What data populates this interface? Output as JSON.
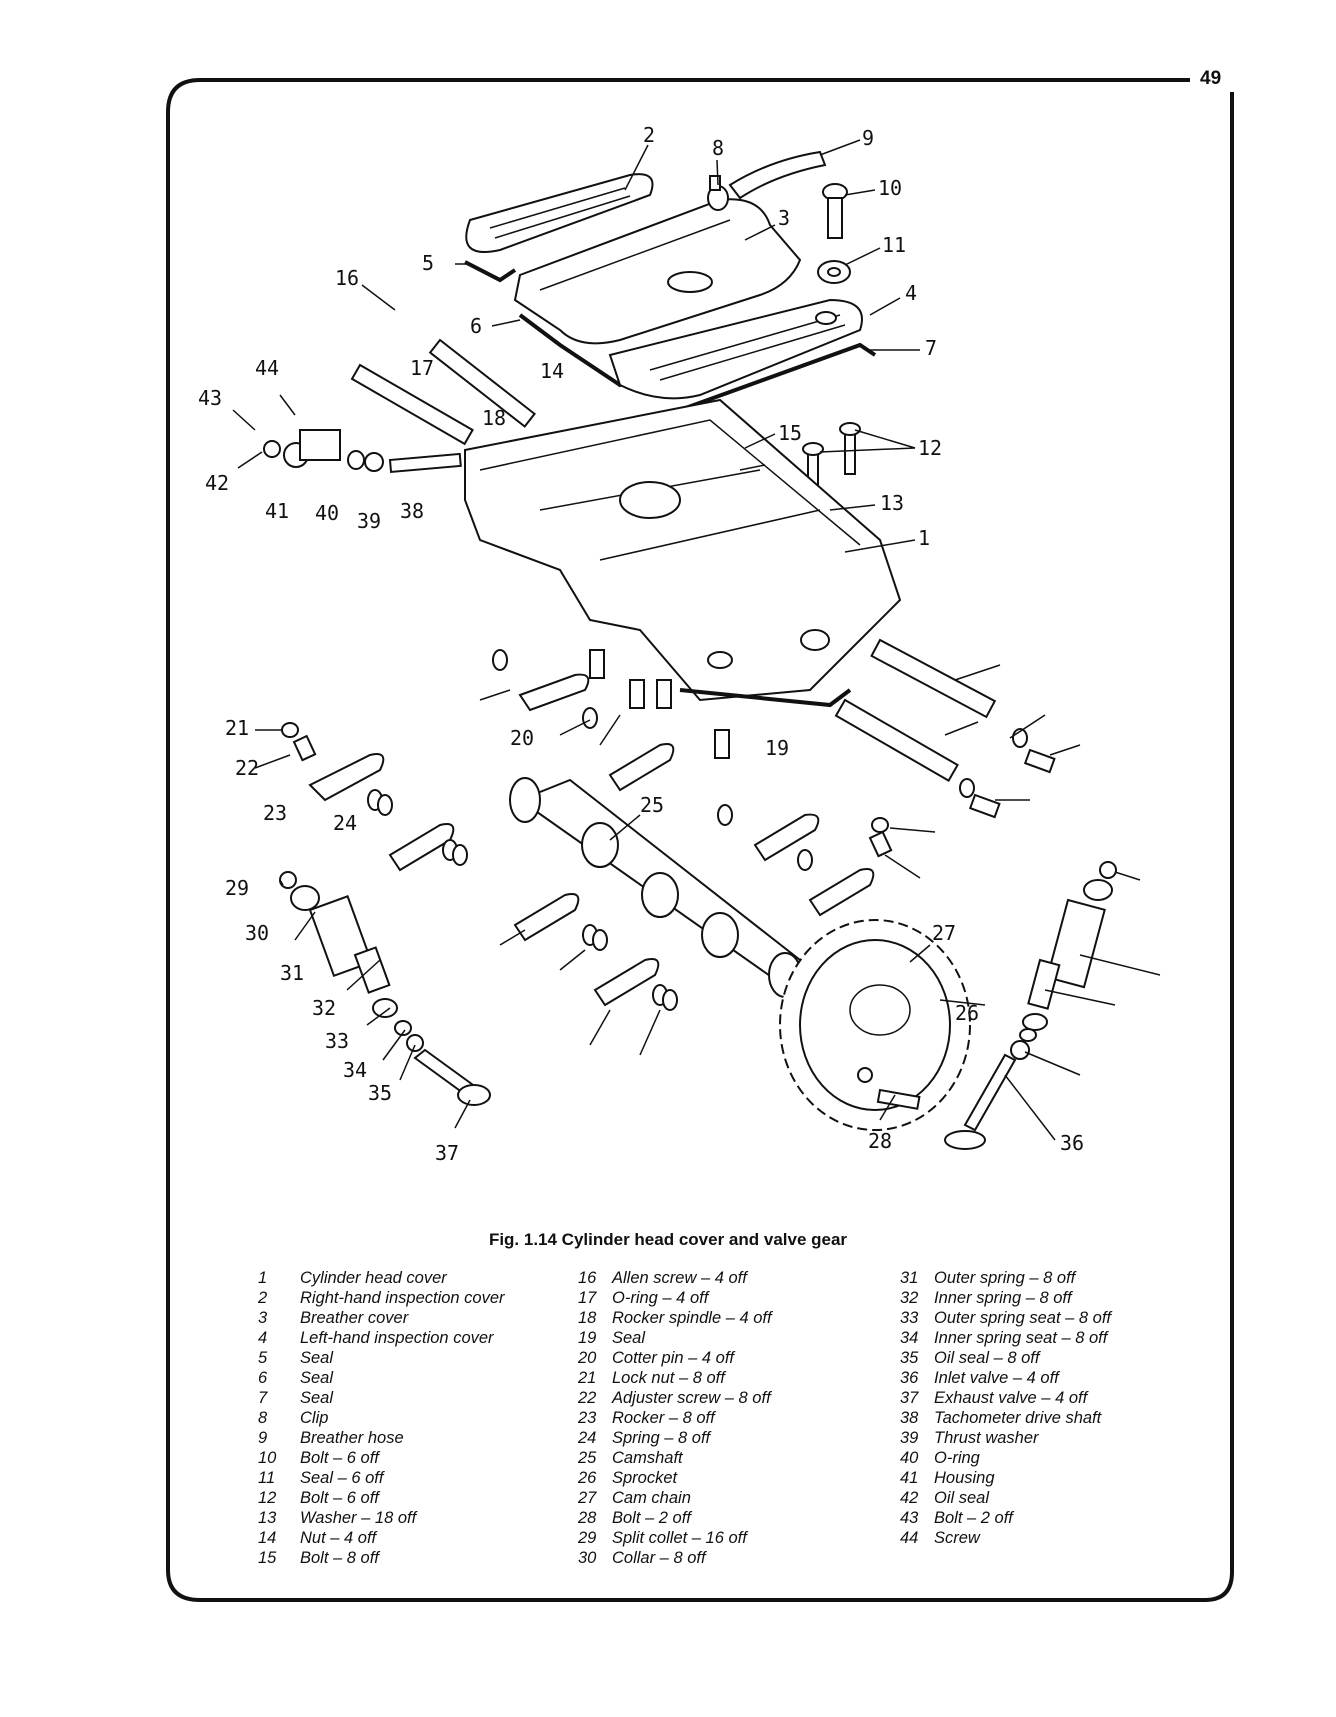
{
  "page_number": "49",
  "figure_caption": "Fig. 1.14 Cylinder head cover and valve gear",
  "callouts": [
    "1",
    "2",
    "3",
    "4",
    "5",
    "6",
    "7",
    "8",
    "9",
    "10",
    "11",
    "12",
    "13",
    "14",
    "15",
    "16",
    "17",
    "18",
    "19",
    "20",
    "21",
    "22",
    "23",
    "24",
    "25",
    "26",
    "27",
    "28",
    "29",
    "30",
    "31",
    "32",
    "33",
    "34",
    "35",
    "36",
    "37",
    "38",
    "39",
    "40",
    "41",
    "42",
    "43",
    "44"
  ],
  "legend": {
    "column1": [
      {
        "num": "1",
        "text": "Cylinder head cover"
      },
      {
        "num": "2",
        "text": "Right-hand inspection cover"
      },
      {
        "num": "3",
        "text": "Breather cover"
      },
      {
        "num": "4",
        "text": "Left-hand inspection cover"
      },
      {
        "num": "5",
        "text": "Seal"
      },
      {
        "num": "6",
        "text": "Seal"
      },
      {
        "num": "7",
        "text": "Seal"
      },
      {
        "num": "8",
        "text": "Clip"
      },
      {
        "num": "9",
        "text": "Breather hose"
      },
      {
        "num": "10",
        "text": "Bolt – 6 off"
      },
      {
        "num": "11",
        "text": "Seal – 6 off"
      },
      {
        "num": "12",
        "text": "Bolt – 6 off"
      },
      {
        "num": "13",
        "text": "Washer – 18 off"
      },
      {
        "num": "14",
        "text": "Nut – 4 off"
      },
      {
        "num": "15",
        "text": "Bolt – 8 off"
      }
    ],
    "column2": [
      {
        "num": "16",
        "text": "Allen screw – 4 off"
      },
      {
        "num": "17",
        "text": "O-ring – 4 off"
      },
      {
        "num": "18",
        "text": "Rocker spindle – 4 off"
      },
      {
        "num": "19",
        "text": "Seal"
      },
      {
        "num": "20",
        "text": "Cotter pin – 4 off"
      },
      {
        "num": "21",
        "text": "Lock nut – 8 off"
      },
      {
        "num": "22",
        "text": "Adjuster screw – 8 off"
      },
      {
        "num": "23",
        "text": "Rocker – 8 off"
      },
      {
        "num": "24",
        "text": "Spring – 8 off"
      },
      {
        "num": "25",
        "text": "Camshaft"
      },
      {
        "num": "26",
        "text": "Sprocket"
      },
      {
        "num": "27",
        "text": "Cam chain"
      },
      {
        "num": "28",
        "text": "Bolt – 2 off"
      },
      {
        "num": "29",
        "text": "Split collet – 16 off"
      },
      {
        "num": "30",
        "text": "Collar – 8 off"
      }
    ],
    "column3": [
      {
        "num": "31",
        "text": "Outer spring – 8 off"
      },
      {
        "num": "32",
        "text": "Inner spring – 8 off"
      },
      {
        "num": "33",
        "text": "Outer spring seat – 8 off"
      },
      {
        "num": "34",
        "text": "Inner spring seat – 8 off"
      },
      {
        "num": "35",
        "text": "Oil seal – 8 off"
      },
      {
        "num": "36",
        "text": "Inlet valve – 4 off"
      },
      {
        "num": "37",
        "text": "Exhaust valve – 4 off"
      },
      {
        "num": "38",
        "text": "Tachometer drive shaft"
      },
      {
        "num": "39",
        "text": "Thrust washer"
      },
      {
        "num": "40",
        "text": "O-ring"
      },
      {
        "num": "41",
        "text": "Housing"
      },
      {
        "num": "42",
        "text": "Oil seal"
      },
      {
        "num": "43",
        "text": "Bolt – 2 off"
      },
      {
        "num": "44",
        "text": "Screw"
      }
    ]
  }
}
